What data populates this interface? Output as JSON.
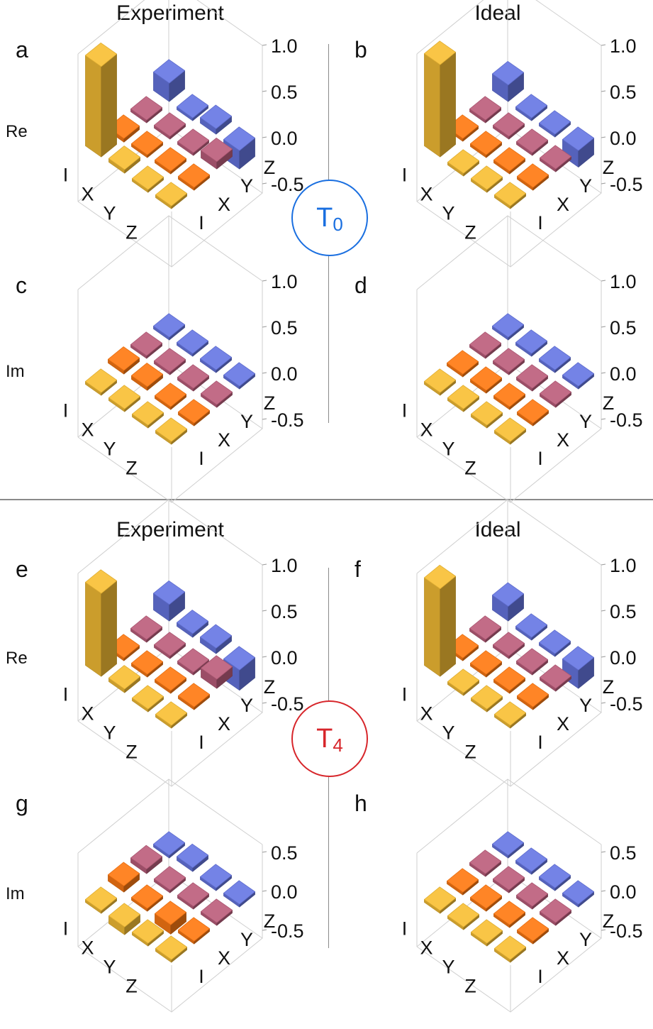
{
  "headings": [
    "Experiment",
    "Ideal",
    "Experiment",
    "Ideal"
  ],
  "circles": [
    {
      "base": "T",
      "sub": "0",
      "color": "#1a6fe0"
    },
    {
      "base": "T",
      "sub": "4",
      "color": "#d7262b"
    }
  ],
  "colors": {
    "I": "#f8c036",
    "X": "#ff7a13",
    "Y": "#bd5f7d",
    "Z": "#6878e4",
    "axis": "#cfcfcf"
  },
  "chart_data": [
    {
      "type": "bar3d",
      "panel": "a",
      "part": "Re",
      "xcats": [
        "I",
        "X",
        "Y",
        "Z"
      ],
      "ycats": [
        "I",
        "X",
        "Y",
        "Z"
      ],
      "zticks": [
        "1.0",
        "0.5",
        "0.0",
        "-0.5"
      ],
      "zlim": [
        -0.6,
        1.0
      ],
      "values": [
        [
          0.98,
          -0.04,
          0.03,
          0.2
        ],
        [
          0.04,
          0.03,
          0.02,
          0.02
        ],
        [
          0.02,
          0.02,
          0.03,
          0.06
        ],
        [
          0.03,
          0.02,
          0.08,
          -0.2
        ]
      ]
    },
    {
      "type": "bar3d",
      "panel": "b",
      "part": "Re",
      "xcats": [
        "I",
        "X",
        "Y",
        "Z"
      ],
      "ycats": [
        "I",
        "X",
        "Y",
        "Z"
      ],
      "zticks": [
        "1.0",
        "0.5",
        "0.0",
        "-0.5"
      ],
      "zlim": [
        -0.6,
        1.0
      ],
      "values": [
        [
          1.0,
          0,
          0,
          0.18
        ],
        [
          0,
          0,
          0,
          0
        ],
        [
          0,
          0,
          0,
          0
        ],
        [
          0,
          0,
          0,
          -0.18
        ]
      ]
    },
    {
      "type": "bar3d",
      "panel": "c",
      "part": "Im",
      "xcats": [
        "I",
        "X",
        "Y",
        "Z"
      ],
      "ycats": [
        "I",
        "X",
        "Y",
        "Z"
      ],
      "zticks": [
        "1.0",
        "0.5",
        "0.0",
        "-0.5"
      ],
      "zlim": [
        -0.6,
        1.0
      ],
      "values": [
        [
          0,
          0.04,
          0.03,
          0.03
        ],
        [
          -0.03,
          0.04,
          0.02,
          0.01
        ],
        [
          -0.02,
          -0.02,
          0.02,
          0.01
        ],
        [
          0.01,
          0.01,
          0.02,
          0.01
        ]
      ]
    },
    {
      "type": "bar3d",
      "panel": "d",
      "part": "Im",
      "xcats": [
        "I",
        "X",
        "Y",
        "Z"
      ],
      "ycats": [
        "I",
        "X",
        "Y",
        "Z"
      ],
      "zticks": [
        "1.0",
        "0.5",
        "0.0",
        "-0.5"
      ],
      "zlim": [
        -0.6,
        1.0
      ],
      "values": [
        [
          0,
          0,
          0,
          0
        ],
        [
          0,
          0,
          0,
          0
        ],
        [
          0,
          0,
          0,
          0
        ],
        [
          0,
          0,
          0,
          0
        ]
      ]
    },
    {
      "type": "bar3d",
      "panel": "e",
      "part": "Re",
      "xcats": [
        "I",
        "X",
        "Y",
        "Z"
      ],
      "ycats": [
        "I",
        "X",
        "Y",
        "Z"
      ],
      "zticks": [
        "1.0",
        "0.5",
        "0.0",
        "-0.5"
      ],
      "zlim": [
        -0.6,
        1.0
      ],
      "values": [
        [
          0.9,
          -0.03,
          0.03,
          0.18
        ],
        [
          0.04,
          0.03,
          0.02,
          0.04
        ],
        [
          0.02,
          0.03,
          0.02,
          0.06
        ],
        [
          0.03,
          0.02,
          0.1,
          -0.22
        ]
      ]
    },
    {
      "type": "bar3d",
      "panel": "f",
      "part": "Re",
      "xcats": [
        "I",
        "X",
        "Y",
        "Z"
      ],
      "ycats": [
        "I",
        "X",
        "Y",
        "Z"
      ],
      "zticks": [
        "1.0",
        "0.5",
        "0.0",
        "-0.5"
      ],
      "zlim": [
        -0.6,
        1.0
      ],
      "values": [
        [
          0.95,
          0,
          0,
          0.16
        ],
        [
          0,
          0,
          0,
          0
        ],
        [
          0,
          0,
          0,
          0
        ],
        [
          0,
          0,
          0,
          -0.2
        ]
      ]
    },
    {
      "type": "bar3d",
      "panel": "g",
      "part": "Im",
      "xcats": [
        "I",
        "X",
        "Y",
        "Z"
      ],
      "ycats": [
        "I",
        "X",
        "Y",
        "Z"
      ],
      "zticks": [
        "0.5",
        "0.0",
        "-0.5"
      ],
      "zlim": [
        -0.6,
        0.6
      ],
      "values": [
        [
          0,
          0.08,
          0.06,
          0.03
        ],
        [
          -0.1,
          0.02,
          0.02,
          0.05
        ],
        [
          -0.03,
          -0.12,
          0.02,
          0.02
        ],
        [
          0.02,
          0.02,
          0.03,
          0.01
        ]
      ]
    },
    {
      "type": "bar3d",
      "panel": "h",
      "part": "Im",
      "xcats": [
        "I",
        "X",
        "Y",
        "Z"
      ],
      "ycats": [
        "I",
        "X",
        "Y",
        "Z"
      ],
      "zticks": [
        "0.5",
        "0.0",
        "-0.5"
      ],
      "zlim": [
        -0.6,
        0.6
      ],
      "values": [
        [
          0,
          0,
          0,
          0
        ],
        [
          0,
          0,
          0,
          0
        ],
        [
          0,
          0,
          0,
          0
        ],
        [
          0,
          0,
          0,
          0
        ]
      ]
    }
  ]
}
